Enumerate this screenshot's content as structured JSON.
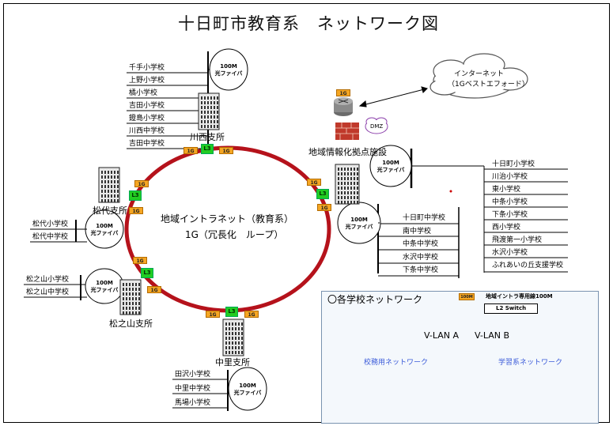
{
  "title": "十日町市教育系　ネットワーク図",
  "ring": {
    "line1": "地域イントラネット（教育系）",
    "line2": "1G（冗長化　ループ）",
    "color": "#b5121b"
  },
  "labels": {
    "g1": "1G",
    "l3": "L3",
    "dmz": "DMZ",
    "m100_a": "100M",
    "m100_b": "光ファイバ"
  },
  "internet": {
    "line1": "インターネット",
    "line2": "（1Gベストエフォード）"
  },
  "branches": {
    "kawanishi": "川西支所",
    "matsudai": "松代支所",
    "matsunoyama": "松之山支所",
    "nakasato": "中里支所",
    "hub": "地域情報化拠点施設"
  },
  "schools": {
    "kawanishi": [
      "千手小学校",
      "上野小学校",
      "橘小学校",
      "吉田小学校",
      "鐙島小学校",
      "川西中学校",
      "吉田中学校"
    ],
    "matsudai": [
      "松代小学校",
      "松代中学校"
    ],
    "matsunoyama": [
      "松之山小学校",
      "松之山中学校"
    ],
    "nakasato": [
      "田沢小学校",
      "中里中学校",
      "馬場小学校"
    ],
    "hub_right": [
      "十日町小学校",
      "川治小学校",
      "東小学校",
      "中条小学校",
      "下条小学校",
      "西小学校",
      "飛渡第一小学校",
      "水沢小学校",
      "ふれあいの丘支援学校"
    ],
    "hub_mid": [
      "十日町中学校",
      "南中学校",
      "中条中学校",
      "水沢中学校",
      "下条中学校"
    ]
  },
  "legend": {
    "title": "〇各学校ネットワーク",
    "switch_label": "地域イントラ専用線100M",
    "switch_tag": "100M",
    "switch_name": "L2 Switch",
    "vlan_a": "V-LAN A",
    "vlan_b": "V-LAN B",
    "net_a": "校務用ネットワーク",
    "net_b": "学習系ネットワーク",
    "color_a": "#3b5bd9",
    "color_b": "#f07a2a"
  }
}
